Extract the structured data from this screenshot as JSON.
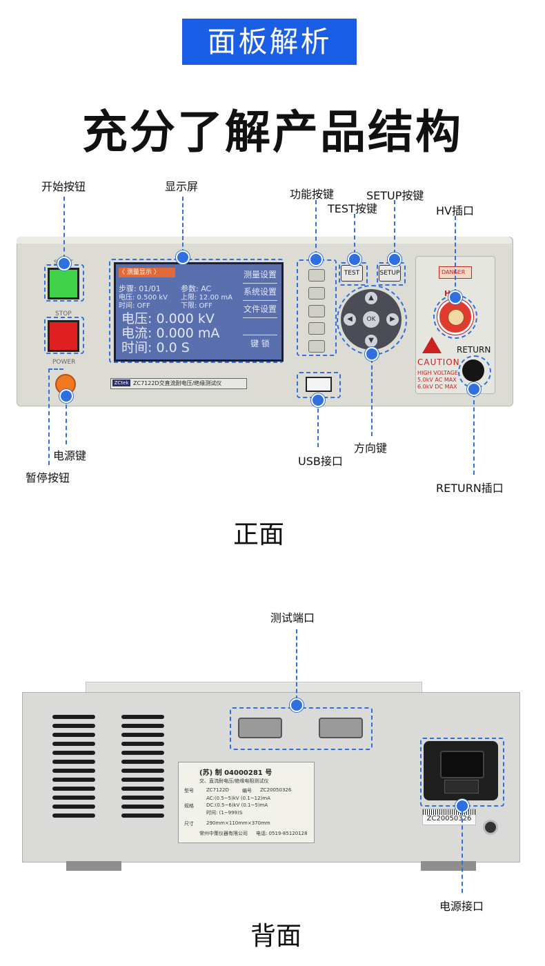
{
  "header": {
    "banner": "面板解析",
    "headline": "充分了解产品结构"
  },
  "front": {
    "callouts": {
      "start_button": "开始按钮",
      "display": "显示屏",
      "function_keys": "功能按键",
      "test_key": "TEST按键",
      "setup_key": "SETUP按键",
      "hv_port": "HV插口",
      "power_key": "电源键",
      "pause_button": "暂停按钮",
      "usb_port": "USB接口",
      "direction_keys": "方向键",
      "return_port": "RETURN插口"
    },
    "panel": {
      "start": "START",
      "stop": "STOP",
      "power": "POWER",
      "model_plate": "ZC7122D交直流耐电压/绝缘测试仪",
      "brand": "ZCtek",
      "test_btn": "TEST",
      "setup_btn": "SETUP",
      "ok": "OK",
      "danger": "DANGER",
      "hv": "H.V.",
      "return": "RETURN",
      "caution": "CAUTION",
      "caution_lines": [
        "HIGH VOLTAGE",
        "5.0kV AC MAX",
        "6.0kV DC MAX"
      ]
    },
    "screen": {
      "header": "〈  测量显示  〉",
      "step": "步骤: 01/01",
      "param": "参数: AC",
      "voltage_small": "电压: 0.500 kV",
      "upper": "上限: 12.00 mA",
      "time_small": "时间: OFF",
      "lower": "下限: OFF",
      "voltage": "电压:  0.000 kV",
      "current": "电流:  0.000 mA",
      "time": "时间:  0.0   S",
      "menu": [
        "测量设置",
        "系统设置",
        "文件设置",
        "",
        "键  锁"
      ]
    },
    "caption": "正面"
  },
  "back": {
    "callouts": {
      "test_port": "测试端口",
      "power_port": "电源接口"
    },
    "label": {
      "cert": "(苏) 制 04000281 号",
      "name": "交、直流耐电压/绝缘电阻测试仪",
      "model_key": "型号",
      "model_val": "ZC7122D",
      "serial_key": "编号",
      "serial_val": "ZC20050326",
      "spec_key": "规格",
      "spec_lines": [
        "AC:(0.5~5)kV (0.1~12)mA",
        "DC:(0.5~6)kV (0.1~5)mA",
        "时间: (1~999)S"
      ],
      "size_key": "尺寸",
      "size_val": "290mm×110mm×370mm",
      "maker": "常州中策仪器有限公司",
      "phone": "电话: 0519-85120128"
    },
    "barcode": "ZC20050326",
    "caption": "背面"
  },
  "colors": {
    "accent": "#2f6fe0",
    "banner": "#1b5ee6",
    "start": "#3fd24a",
    "stop": "#e02020",
    "power": "#f07820"
  }
}
